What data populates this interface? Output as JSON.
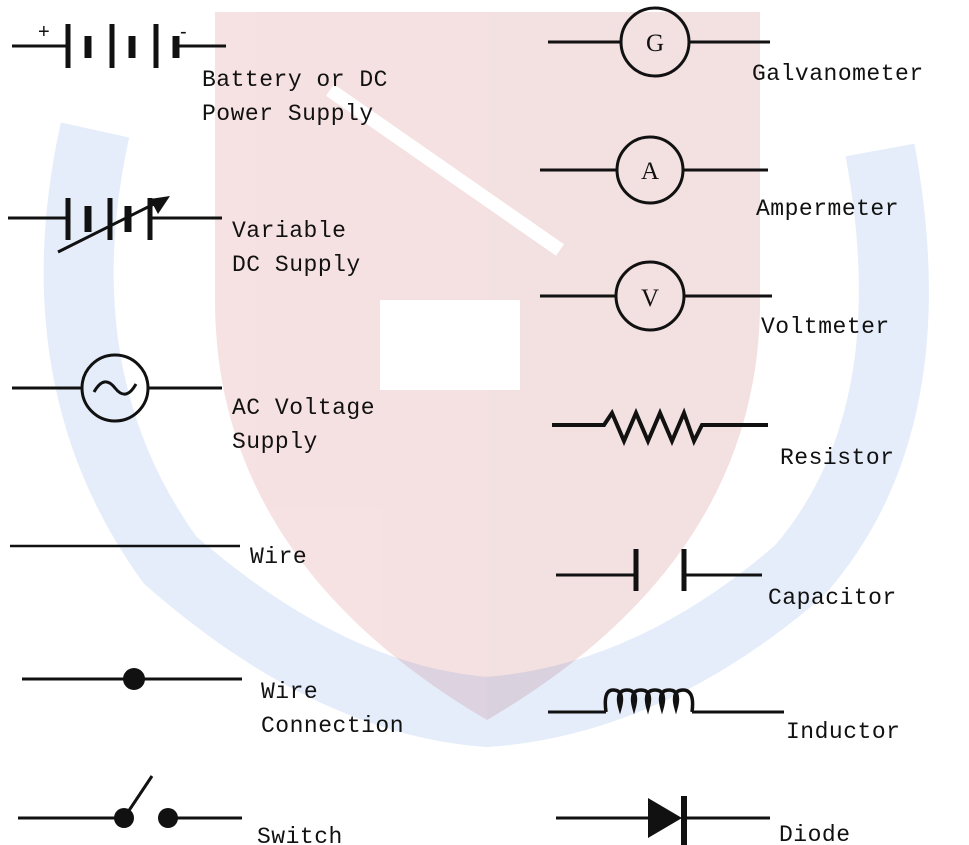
{
  "colors": {
    "ink": "#111111",
    "watermark_red": "#c0202a",
    "watermark_blue": "#2a6fd6",
    "background": "#ffffff"
  },
  "watermark": {
    "icon": "university-crest-watermark"
  },
  "symbols": {
    "battery": {
      "icon": "battery-symbol",
      "plus": "+",
      "minus": "-",
      "line1": "Battery or DC",
      "line2": "Power Supply"
    },
    "variable_dc": {
      "icon": "variable-dc-supply-symbol",
      "line1": "Variable",
      "line2": "DC Supply"
    },
    "ac_supply": {
      "icon": "ac-voltage-supply-symbol",
      "line1": "AC Voltage",
      "line2": "Supply"
    },
    "wire": {
      "icon": "wire-symbol",
      "line1": "Wire"
    },
    "wire_connection": {
      "icon": "wire-connection-symbol",
      "line1": "Wire",
      "line2": "Connection"
    },
    "switch": {
      "icon": "switch-symbol",
      "line1": "Switch"
    },
    "galvanometer": {
      "icon": "galvanometer-symbol",
      "letter": "G",
      "line1": "Galvanometer"
    },
    "ammeter": {
      "icon": "ammeter-symbol",
      "letter": "A",
      "line1": "Ampermeter"
    },
    "voltmeter": {
      "icon": "voltmeter-symbol",
      "letter": "V",
      "line1": "Voltmeter"
    },
    "resistor": {
      "icon": "resistor-symbol",
      "line1": "Resistor"
    },
    "capacitor": {
      "icon": "capacitor-symbol",
      "line1": "Capacitor"
    },
    "inductor": {
      "icon": "inductor-symbol",
      "line1": "Inductor"
    },
    "diode": {
      "icon": "diode-symbol",
      "line1": "Diode"
    }
  }
}
